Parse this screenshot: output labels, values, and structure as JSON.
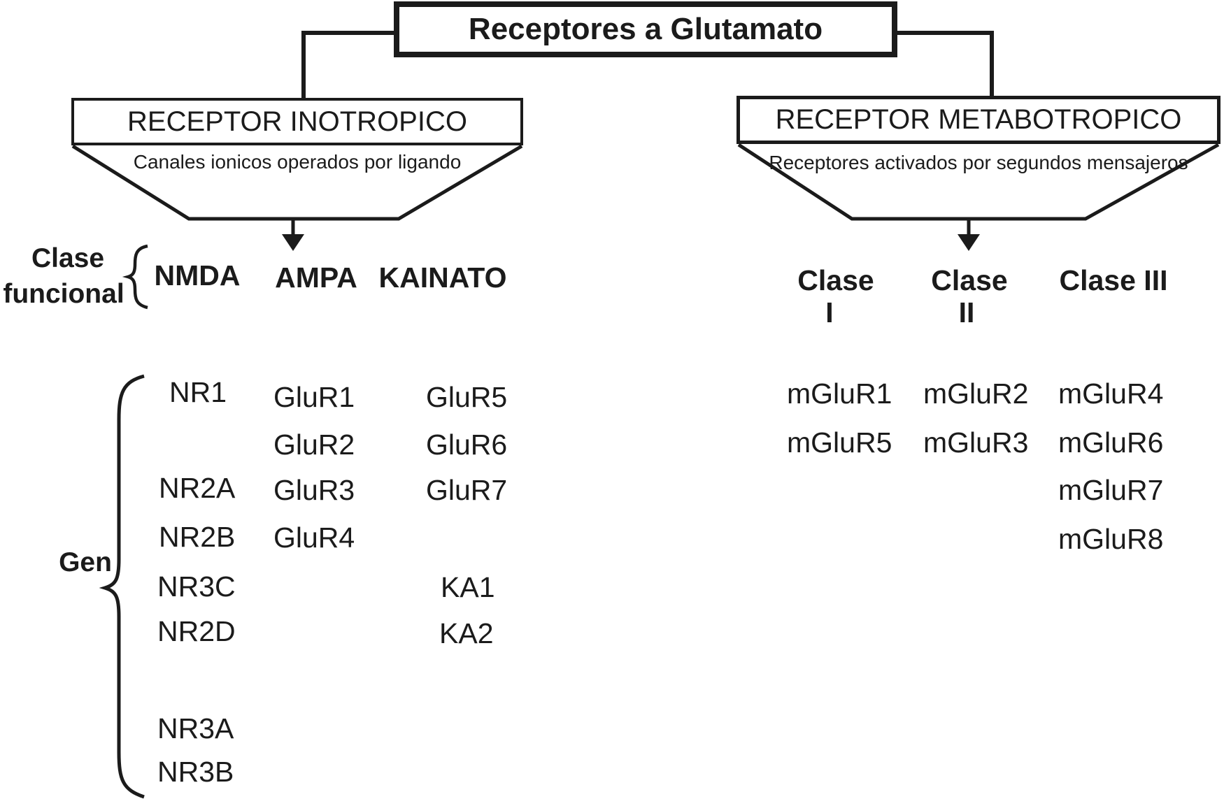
{
  "title": "Receptores a Glutamato",
  "branches": {
    "ionotropic": {
      "title": "RECEPTOR INOTROPICO",
      "subtitle": "Canales ionicos operados por ligando"
    },
    "metabotropic": {
      "title": "RECEPTOR METABOTROPICO",
      "subtitle": "Receptores activados por segundos mensajeros"
    }
  },
  "labels": {
    "functional_class_line1": "Clase",
    "functional_class_line2": "funcional",
    "gene": "Gen"
  },
  "classes": {
    "nmda": "NMDA",
    "ampa": "AMPA",
    "kainato": "KAINATO",
    "clase1": {
      "line1": "Clase",
      "line2": "I"
    },
    "clase2": {
      "line1": "Clase",
      "line2": "II"
    },
    "clase3": {
      "label": "Clase III"
    }
  },
  "genes": {
    "nmda": [
      "NR1",
      "NR2A",
      "NR2B",
      "NR3C",
      "NR2D",
      "NR3A",
      "NR3B"
    ],
    "ampa": [
      "GluR1",
      "GluR2",
      "GluR3",
      "GluR4"
    ],
    "kainato": [
      "GluR5",
      "GluR6",
      "GluR7"
    ],
    "ka": [
      "KA1",
      "KA2"
    ],
    "clase1": [
      "mGluR1",
      "mGluR5"
    ],
    "clase2": [
      "mGluR2",
      "mGluR3"
    ],
    "clase3": [
      "mGluR4",
      "mGluR6",
      "mGluR7",
      "mGluR8"
    ]
  },
  "colors": {
    "ink": "#1b1b1b",
    "background": "#ffffff"
  }
}
